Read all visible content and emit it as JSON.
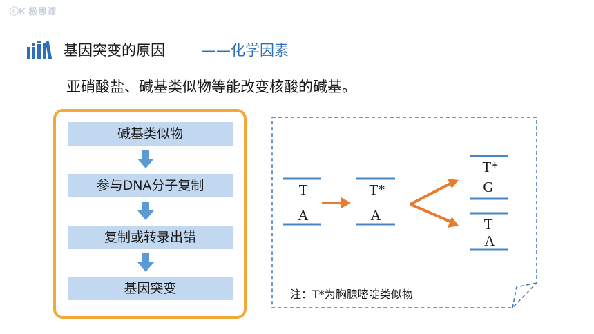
{
  "logo": {
    "text": "ⓒK 极思课"
  },
  "header": {
    "title": "基因突变的原因",
    "subtitle": "——化学因素"
  },
  "statement": "亚硝酸盐、碱基类似物等能改变核酸的碱基。",
  "flow": {
    "steps": [
      "碱基类似物",
      "参与DNA分子复制",
      "复制或转录出错",
      "基因突变"
    ]
  },
  "diagram": {
    "original_pair": {
      "top": "T",
      "bottom": "A"
    },
    "analog_pair": {
      "top": "T*",
      "bottom": "A"
    },
    "result_pair_1": {
      "top": "T*",
      "bottom": "G"
    },
    "result_pair_2": {
      "top": "T",
      "bottom": "A"
    },
    "note": "注：T*为胸腺嘧啶类似物"
  },
  "colors": {
    "flow_border": "#f0a93a",
    "step_fill": "#c2d8f0",
    "blue_arrow": "#5b9bd5",
    "orange_arrow": "#e87b2c",
    "strand_line": "#4a86c6",
    "subtitle": "#2f6fb8"
  }
}
